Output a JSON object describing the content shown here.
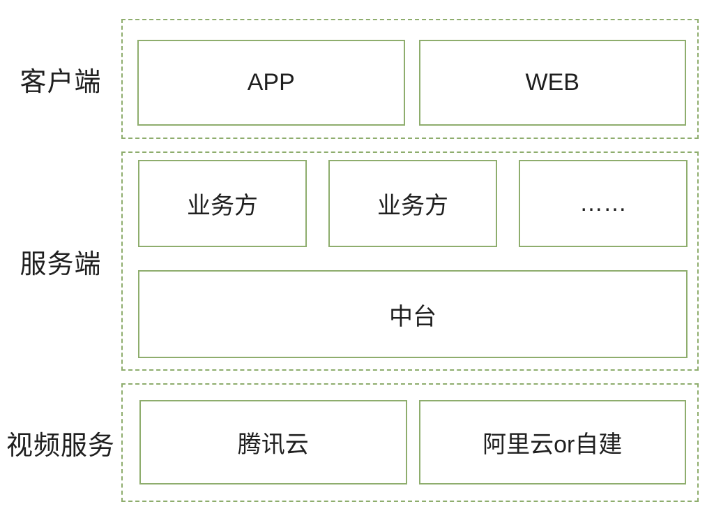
{
  "theme": {
    "border_green": "#8ead6d",
    "text_color": "#1f1f1f",
    "background": "#ffffff"
  },
  "sections": {
    "client": {
      "label": "客户端",
      "boxes": {
        "app": "APP",
        "web": "WEB"
      }
    },
    "server": {
      "label": "服务端",
      "boxes": {
        "business_a": "业务方",
        "business_b": "业务方",
        "more": "……",
        "middle_platform": "中台"
      }
    },
    "video": {
      "label": "视频服务",
      "boxes": {
        "tencent_cloud": "腾讯云",
        "ali_or_self_built": "阿里云or自建"
      }
    }
  }
}
